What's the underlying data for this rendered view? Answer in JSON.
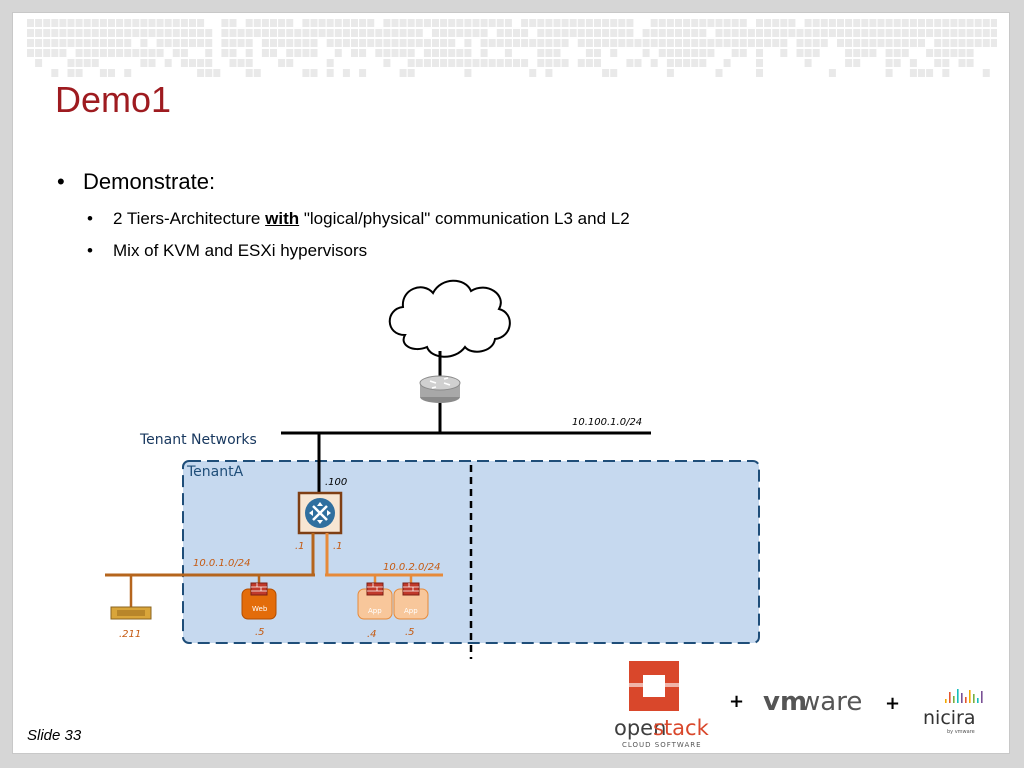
{
  "slide": {
    "title": "Demo1",
    "bullet_main": "Demonstrate:",
    "sub_bullets": {
      "b1_pre": "2 Tiers-Architecture",
      "b1_em": "with",
      "b1_post": "\"logical/physical\" communication L3 and L2",
      "b2": "Mix of KVM and ESXi hypervisors"
    },
    "slide_number": "Slide 33"
  },
  "diagram": {
    "ext_network": "10.100.1.0/24",
    "tenant_networks_label": "Tenant Networks",
    "tenant_label": "TenantA",
    "router_ext_ip": ".100",
    "router_left_ip": ".1",
    "router_right_ip": ".1",
    "web_network": "10.0.1.0/24",
    "app_network": "10.0.2.0/24",
    "host_ip": ".211",
    "web_vm_ip": ".5",
    "app1_ip": ".4",
    "app2_ip": ".5",
    "web_vm_label": "Web",
    "app_vm_label": "App",
    "colors": {
      "network_line": "#000000",
      "tenant_bg": "#c6d9ef",
      "tenant_border": "#1f4e79",
      "orange_line": "#b5651d",
      "orange_light": "#e68a3a",
      "ip_text": "#c55a11",
      "tenant_label": "#17375e"
    }
  },
  "logos": {
    "openstack_open": "open",
    "openstack_stack": "stack",
    "openstack_sub": "CLOUD SOFTWARE",
    "plus1": "+",
    "vmware_vm": "vm",
    "vmware_ware": "ware",
    "plus2": "+",
    "nicira": "nicira",
    "nicira_sub": "by vmware"
  }
}
